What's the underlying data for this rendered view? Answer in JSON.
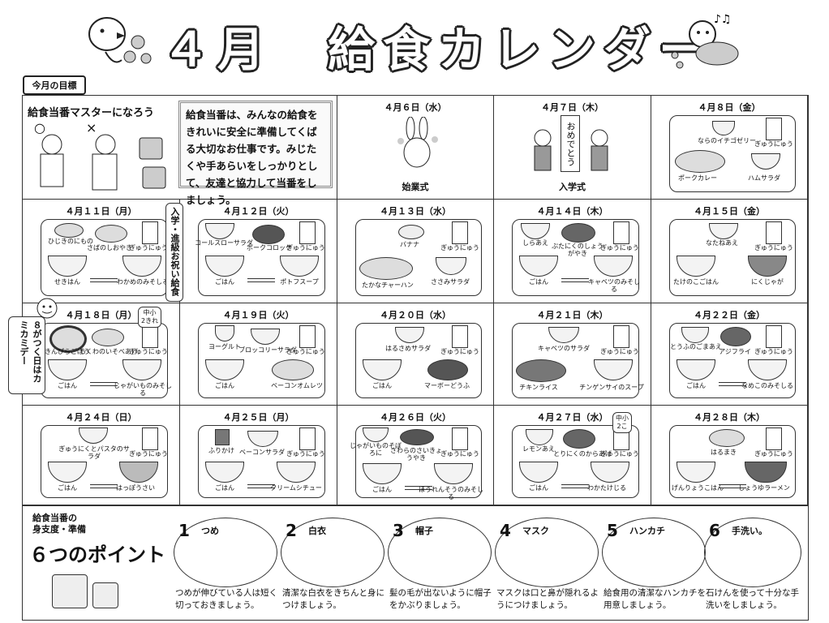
{
  "header": {
    "title": "４月　給食カレンダー"
  },
  "goal": {
    "tag": "今月の目標",
    "heading": "給食当番マスターになろう",
    "marks": [
      "○",
      "×"
    ],
    "message": "給食当番は、みんなの給食をきれいに安全に準備してくばる大切なお仕事です。みじたくや手あらいをしっかりとして、友達と協力して当番をしましょう。"
  },
  "days": [
    {
      "date": "４月６日（水）",
      "event": "始業式"
    },
    {
      "date": "４月７日（木）",
      "event": "入学式",
      "banner": "おめでとう"
    },
    {
      "date": "４月８日（金）",
      "dishes": [
        "ならのイチゴゼリー",
        "ぎゅうにゅう",
        "ポークカレー",
        "ハムサラダ"
      ]
    },
    {
      "date": "４月１１日（月）",
      "dishes": [
        "ひじきのにもの",
        "さばのしおやき",
        "ぎゅうにゅう",
        "せきはん",
        "わかめのみそしる"
      ]
    },
    {
      "date": "４月１２日（火）",
      "dishes": [
        "コールスローサラダ",
        "ポークコロッケ",
        "ぎゅうにゅう",
        "ごはん",
        "ポトフスープ"
      ]
    },
    {
      "date": "４月１３日（水）",
      "dishes": [
        "バナナ",
        "ぎゅうにゅう",
        "たかなチャーハン",
        "ささみサラダ"
      ]
    },
    {
      "date": "４月１４日（木）",
      "dishes": [
        "しらあえ",
        "ぶたにくのしょうがやき",
        "ぎゅうにゅう",
        "ごはん",
        "キャベツのみそしる"
      ]
    },
    {
      "date": "４月１５日（金）",
      "dishes": [
        "なたねあえ",
        "ぎゅうにゅう",
        "たけのこごはん",
        "にくじゃが"
      ]
    },
    {
      "date": "４月１８日（月）",
      "dishes": [
        "きんぴらごぼう",
        "ちくわのいそべあげ",
        "ぎゅうにゅう",
        "ごはん",
        "じゃがいものみそしる"
      ],
      "note": "中小\n2きれ"
    },
    {
      "date": "４月１９日（火）",
      "dishes": [
        "ヨーグルト",
        "ブロッコリーサラダ",
        "ぎゅうにゅう",
        "ごはん",
        "ベーコンオムレツ"
      ]
    },
    {
      "date": "４月２０日（水）",
      "dishes": [
        "はるさめサラダ",
        "ぎゅうにゅう",
        "ごはん",
        "マーボーどうふ"
      ]
    },
    {
      "date": "４月２１日（木）",
      "dishes": [
        "キャベツのサラダ",
        "ぎゅうにゅう",
        "チキンライス",
        "チンゲンサイのスープ"
      ]
    },
    {
      "date": "４月２２日（金）",
      "dishes": [
        "とうふのごまあえ",
        "アジフライ",
        "ぎゅうにゅう",
        "ごはん",
        "なめこのみそしる"
      ]
    },
    {
      "date": "４月２４日（日）",
      "dishes": [
        "ぎゅうにくとパスタのサラダ",
        "ぎゅうにゅう",
        "ごはん",
        "はっぽうさい"
      ]
    },
    {
      "date": "４月２５日（月）",
      "dishes": [
        "ふりかけ",
        "ベーコンサラダ",
        "ぎゅうにゅう",
        "ごはん",
        "クリームシチュー"
      ]
    },
    {
      "date": "４月２６日（火）",
      "dishes": [
        "じゃがいものそぼろに",
        "さわらのさいきょうやき",
        "ぎゅうにゅう",
        "ごはん",
        "ほうれんそうのみそしる"
      ]
    },
    {
      "date": "４月２７日（水）",
      "dishes": [
        "レモンあえ",
        "とりにくのからあげ",
        "ぎゅうにゅう",
        "ごはん",
        "わかたけじる"
      ],
      "note": "中小\n2こ"
    },
    {
      "date": "４月２８日（木）",
      "dishes": [
        "はるまき",
        "ぎゅうにゅう",
        "げんりょうこはん",
        "しょうゆラーメン"
      ]
    }
  ],
  "notes": {
    "celebration": "入学・進級お祝い給食",
    "kamikami": "８がつく日はカミカミデー"
  },
  "points": {
    "heading": "給食当番の\n身支度・準備",
    "big": "６つのポイント",
    "items": [
      {
        "num": "1",
        "label": "つめ",
        "text": "つめが伸びている人は短く切っておきましょう。"
      },
      {
        "num": "2",
        "label": "白衣",
        "text": "清潔な白衣をきちんと身につけましょう。"
      },
      {
        "num": "3",
        "label": "帽子",
        "text": "髪の毛が出ないように帽子をかぶりましょう。"
      },
      {
        "num": "4",
        "label": "マスク",
        "text": "マスクは口と鼻が隠れるようにつけましょう。"
      },
      {
        "num": "5",
        "label": "ハンカチ",
        "text": "給食用の清潔なハンカチを用意しましょう。"
      },
      {
        "num": "6",
        "label": "手洗い。",
        "text": "石けんを使って十分な手洗いをしましょう。"
      }
    ]
  }
}
